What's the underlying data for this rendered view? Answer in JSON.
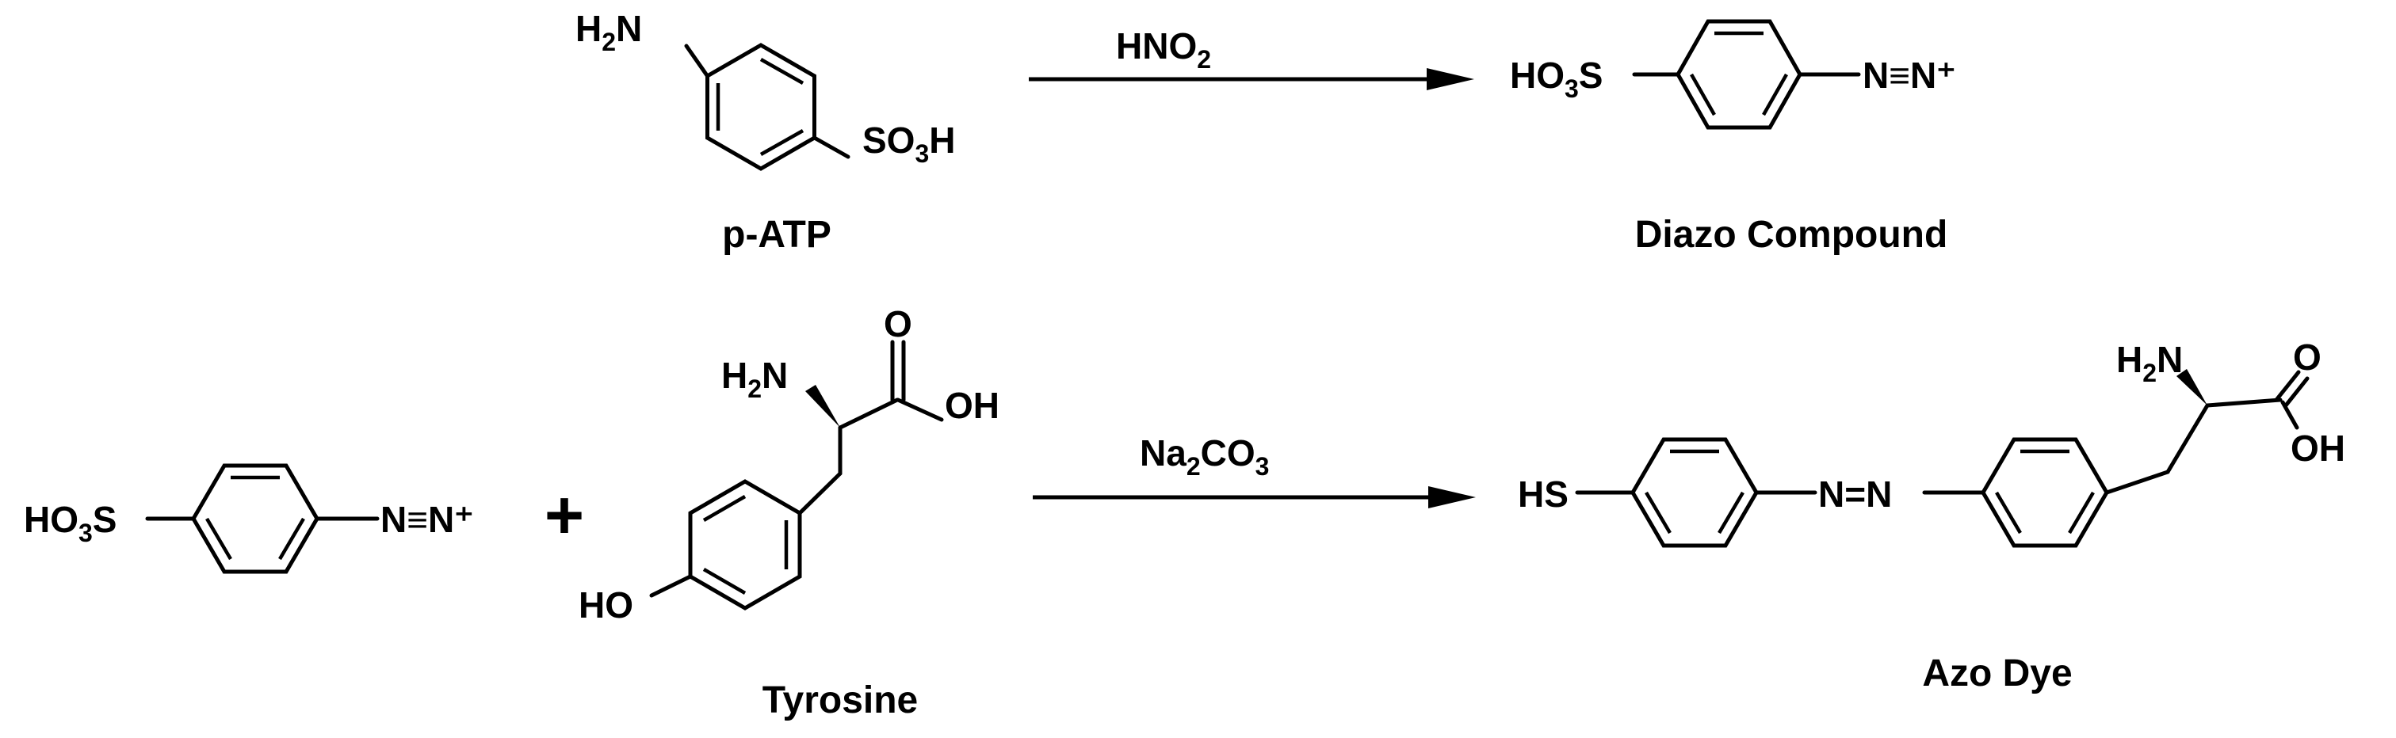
{
  "reaction1": {
    "reactant": {
      "name": "p-ATP",
      "amino": {
        "main": "H",
        "sub": "2",
        "tail": "N"
      },
      "sulfonic": {
        "main": "SO",
        "sub": "3",
        "tail": "H"
      }
    },
    "reagent": {
      "main": "HNO",
      "sub": "2"
    },
    "product": {
      "name": "Diazo Compound",
      "sulfonic": {
        "main": "HO",
        "sub": "3",
        "tail": "S"
      },
      "diazonium": "N≡N⁺"
    }
  },
  "reaction2": {
    "reactant1": {
      "sulfonic": {
        "main": "HO",
        "sub": "3",
        "tail": "S"
      },
      "diazonium": "N≡N⁺"
    },
    "plus": "+",
    "reactant2": {
      "name": "Tyrosine",
      "amino": {
        "main": "H",
        "sub": "2",
        "tail": "N"
      },
      "carbonyl_o": "O",
      "hydroxyl_acid": "OH",
      "phenol": "HO"
    },
    "reagent": {
      "main": "Na",
      "sub": "2",
      "tail": "CO",
      "sub2": "3"
    },
    "product": {
      "name": "Azo Dye",
      "thiol": "HS",
      "azo": "N=N",
      "amino": {
        "main": "H",
        "sub": "2",
        "tail": "N"
      },
      "carbonyl_o": "O",
      "hydroxyl_acid": "OH"
    }
  }
}
